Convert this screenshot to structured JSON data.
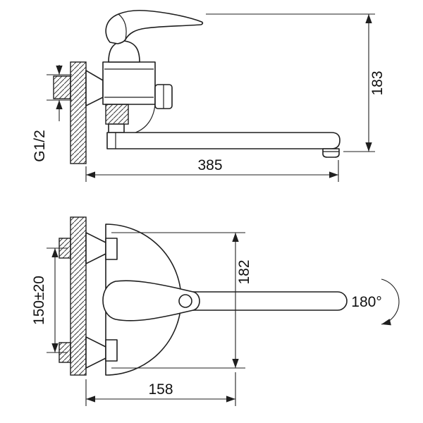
{
  "diagram": {
    "top_view": {
      "height_label": "183",
      "length_label": "385",
      "thread_label": "G1/2"
    },
    "bottom_view": {
      "mount_span_label": "150±20",
      "depth_label": "182",
      "width_label": "158",
      "swivel_label": "180°"
    }
  }
}
